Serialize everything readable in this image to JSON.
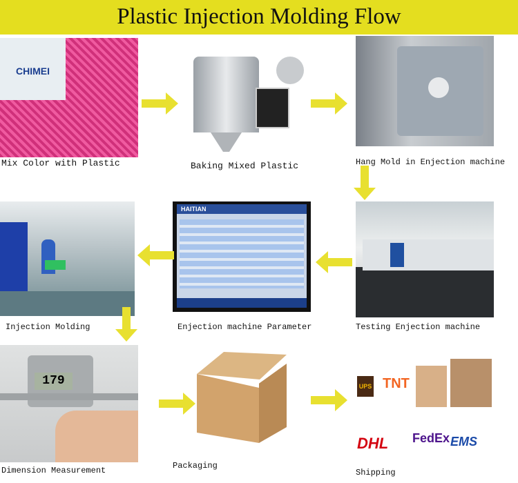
{
  "title": "Plastic Injection Molding Flow",
  "arrow_color": "#e8e030",
  "steps": [
    {
      "label": "Mix Color with Plastic"
    },
    {
      "label": "Baking Mixed Plastic"
    },
    {
      "label": "Hang Mold in Enjection machine"
    },
    {
      "label": "Testing Enjection machine"
    },
    {
      "label": "Enjection machine Parameter"
    },
    {
      "label": "Injection Molding"
    },
    {
      "label": "Dimension Measurement"
    },
    {
      "label": "Packaging"
    },
    {
      "label": "Shipping"
    }
  ],
  "photo_text": {
    "bag": "CHIMEI",
    "panel_brand": "HAITIAN",
    "caliper": "179",
    "logos": [
      "UPS",
      "TNT",
      "DHL",
      "FedEx",
      "EMS"
    ]
  }
}
